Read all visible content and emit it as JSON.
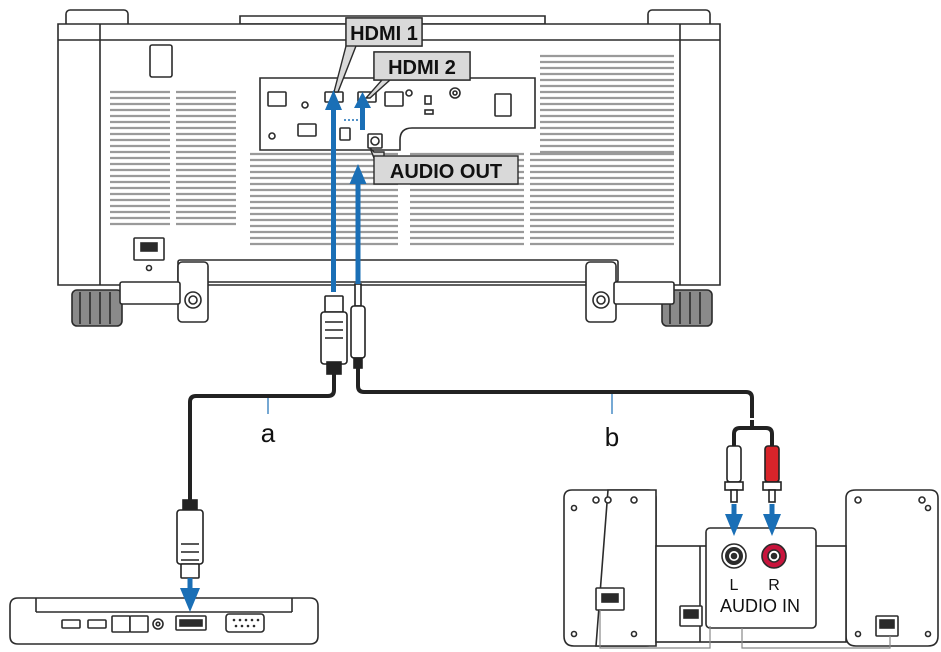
{
  "labels": {
    "hdmi1": "HDMI 1",
    "hdmi2": "HDMI 2",
    "audio_out": "AUDIO OUT",
    "cable_a": "a",
    "cable_b": "b",
    "audio_in": "AUDIO IN",
    "left": "L",
    "right": "R"
  },
  "colors": {
    "outline": "#2b2b2b",
    "body_fill": "#ffffff",
    "grill": "#9a9a9a",
    "callout_fill": "#d9d9d9",
    "arrow": "#1a6fb6",
    "cable": "#222222",
    "plug_red": "#d9242a",
    "jack_red": "#c8143c",
    "foot_fill": "#8a8a8a"
  },
  "icons": {
    "power_inlet": "power-inlet-icon",
    "lock": "kensington-lock-icon",
    "arrow": "arrow-up-icon"
  }
}
